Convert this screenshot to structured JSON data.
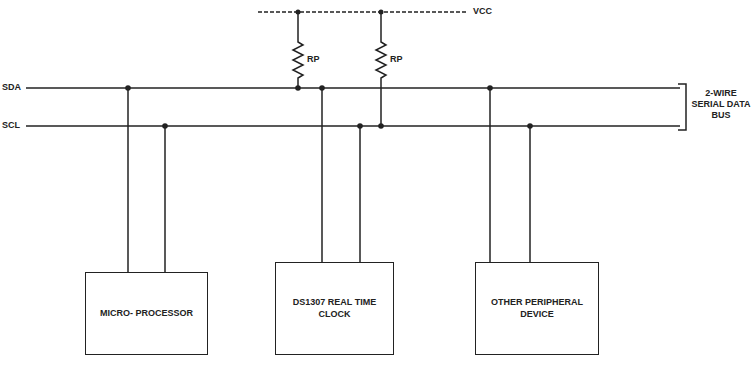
{
  "diagram": {
    "nodes": [
      {
        "text": [
          "MICRO- PROCESSOR"
        ]
      },
      {
        "text": [
          "DS1307 REAL TIME CLOCK"
        ]
      },
      {
        "text": [
          "OTHER PERIPHERAL DEVICE"
        ]
      }
    ],
    "labels": [
      "VCC",
      "RP",
      "RP",
      "SDA",
      "SCL",
      "2-WIRE SERIAL DATA BUS"
    ]
  }
}
